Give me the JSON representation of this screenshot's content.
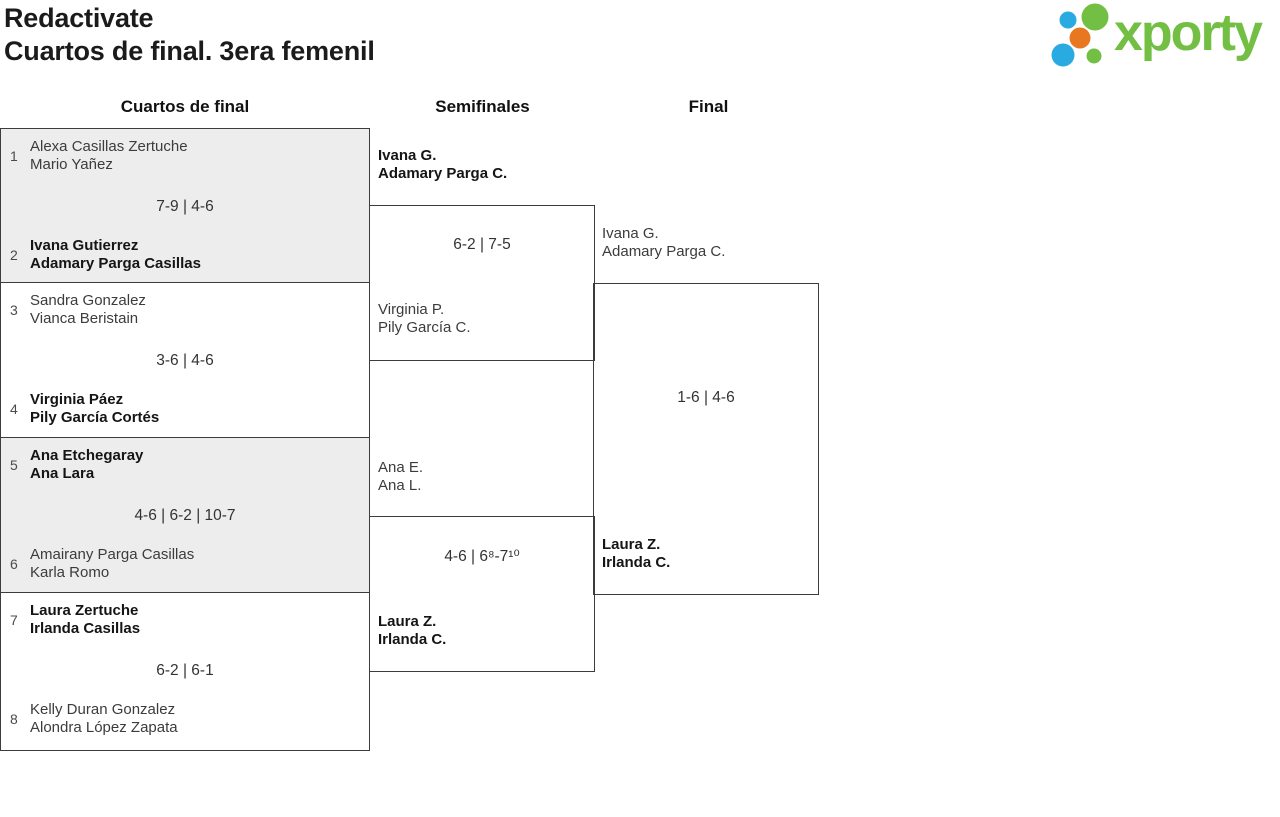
{
  "header": {
    "tournament": "Redactivate",
    "round_title": "Cuartos de final. 3era femenil",
    "logo": {
      "text": "xporty",
      "green": "#72bf44",
      "blue": "#29abe2",
      "orange": "#e87722"
    }
  },
  "columns": {
    "quarterfinals": "Cuartos de final",
    "semifinals": "Semifinales",
    "final": "Final"
  },
  "matches": {
    "qf": [
      {
        "seed1": "1",
        "t1a": "Alexa Casillas Zertuche",
        "t1b": "Mario Yañez",
        "w1": false,
        "score": "7-9 | 4-6",
        "seed2": "2",
        "t2a": "Ivana Gutierrez",
        "t2b": "Adamary Parga Casillas",
        "w2": true
      },
      {
        "seed1": "3",
        "t1a": "Sandra Gonzalez",
        "t1b": "Vianca Beristain",
        "w1": false,
        "score": "3-6 | 4-6",
        "seed2": "4",
        "t2a": "Virginia Páez",
        "t2b": "Pily García Cortés",
        "w2": true
      },
      {
        "seed1": "5",
        "t1a": "Ana Etchegaray",
        "t1b": "Ana Lara",
        "w1": true,
        "score": "4-6 | 6-2 | 10-7",
        "seed2": "6",
        "t2a": "Amairany Parga Casillas",
        "t2b": "Karla Romo",
        "w2": false
      },
      {
        "seed1": "7",
        "t1a": "Laura Zertuche",
        "t1b": "Irlanda Casillas",
        "w1": true,
        "score": "6-2 | 6-1",
        "seed2": "8",
        "t2a": "Kelly Duran Gonzalez",
        "t2b": "Alondra López Zapata",
        "w2": false
      }
    ],
    "sf": [
      {
        "t1a": "Ivana G.",
        "t1b": "Adamary Parga C.",
        "w1": true,
        "score": "6-2 | 7-5",
        "t2a": "Virginia P.",
        "t2b": "Pily García C.",
        "w2": false
      },
      {
        "t1a": "Ana E.",
        "t1b": "Ana L.",
        "w1": false,
        "score": "4-6 | 6⁸-7¹⁰",
        "t2a": "Laura Z.",
        "t2b": "Irlanda C.",
        "w2": true
      }
    ],
    "final": {
      "t1a": "Ivana G.",
      "t1b": "Adamary Parga C.",
      "w1": false,
      "score": "1-6 | 4-6",
      "t2a": "Laura Z.",
      "t2b": "Irlanda C.",
      "w2": true
    }
  }
}
